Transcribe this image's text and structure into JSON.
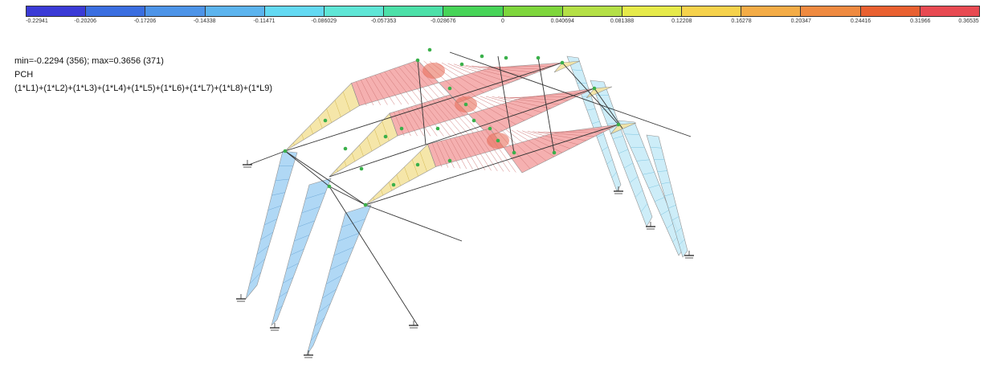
{
  "legend": {
    "colors": [
      "#3a3ad6",
      "#3a6ee0",
      "#4d94e8",
      "#5cb4ee",
      "#63d9f2",
      "#5fe6d6",
      "#4ce0a8",
      "#47d458",
      "#7ed63c",
      "#b4e046",
      "#e6ea4a",
      "#f6d24c",
      "#f4ac46",
      "#ef8a40",
      "#e96030",
      "#e84a52"
    ],
    "ticks": [
      "-0.22941",
      "-0.20206",
      "-0.17206",
      "-0.14338",
      "-0.11471",
      "-0.086029",
      "-0.057353",
      "-0.028676",
      "0",
      "0.040694",
      "0.081388",
      "0.12208",
      "0.16278",
      "0.20347",
      "0.24416",
      "0.31966",
      "0.36535"
    ]
  },
  "info": {
    "minmax": "min=-0.2294 (356); max=0.3656 (371)",
    "result": "PCH",
    "combination": "(1*L1)+(1*L2)+(1*L3)+(1*L4)+(1*L5)+(1*L6)+(1*L7)+(1*L8)+(1*L9)"
  },
  "colors": {
    "positive_fill": "#f4a8a8",
    "positive_peak": "#e8705c",
    "transition_fill": "#f4e4a0",
    "negative_fill": "#a8d4f4",
    "negative_light": "#c8ecf8",
    "node": "#3ab04a",
    "member": "#333333"
  }
}
